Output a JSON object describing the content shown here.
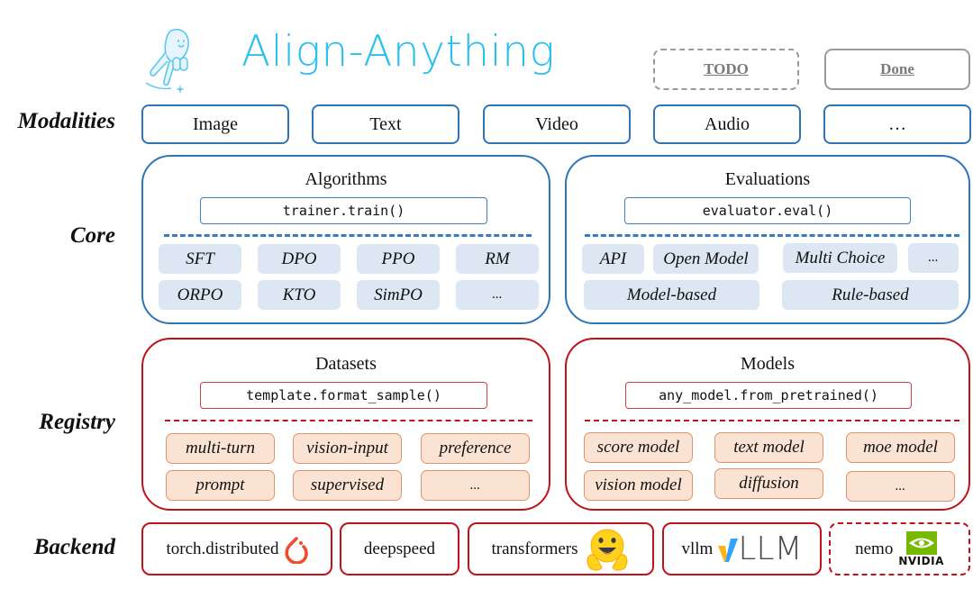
{
  "header": {
    "title": "Align-Anything",
    "logo_icon": "waving-mascot-icon",
    "legend": {
      "todo_label": "TODO",
      "done_label": "Done"
    }
  },
  "colors": {
    "title": "#2cc0ef",
    "core_border": "#2e74b8",
    "registry_border": "#c0121b",
    "core_chip_fill": "#dce7f3",
    "registry_chip_fill": "#fbe3d3",
    "registry_chip_border": "#e0936a",
    "legend_gray": "#9a9a9a"
  },
  "rows": {
    "modalities": "Modalities",
    "core": "Core",
    "registry": "Registry",
    "backend": "Backend"
  },
  "modalities": [
    "Image",
    "Text",
    "Video",
    "Audio",
    "…"
  ],
  "core": {
    "algorithms": {
      "title": "Algorithms",
      "api": "trainer.train()",
      "items": [
        "SFT",
        "DPO",
        "PPO",
        "RM",
        "ORPO",
        "KTO",
        "SimPO",
        "..."
      ]
    },
    "evaluations": {
      "title": "Evaluations",
      "api": "evaluator.eval()",
      "items": [
        "API",
        "Open Model",
        "Multi Choice",
        "...",
        "Model-based",
        "Rule-based"
      ]
    }
  },
  "registry": {
    "datasets": {
      "title": "Datasets",
      "api": "template.format_sample()",
      "items": [
        "multi-turn",
        "vision-input",
        "preference",
        "prompt",
        "supervised",
        "..."
      ]
    },
    "models": {
      "title": "Models",
      "api": "any_model.from_pretrained()",
      "items": [
        "score model",
        "text model",
        "moe model",
        "vision model",
        "diffusion",
        "..."
      ]
    }
  },
  "backend": [
    {
      "label": "torch.distributed",
      "icon": "pytorch-logo-icon",
      "status": "done"
    },
    {
      "label": "deepspeed",
      "icon": "",
      "status": "done"
    },
    {
      "label": "transformers",
      "icon": "hugging-face-emoji-icon",
      "status": "done"
    },
    {
      "label": "vllm",
      "icon": "vllm-logo-icon",
      "logo_text": "LLM",
      "status": "done"
    },
    {
      "label": "nemo",
      "icon": "nvidia-logo-icon",
      "logo_text": "NVIDIA",
      "status": "todo"
    }
  ]
}
